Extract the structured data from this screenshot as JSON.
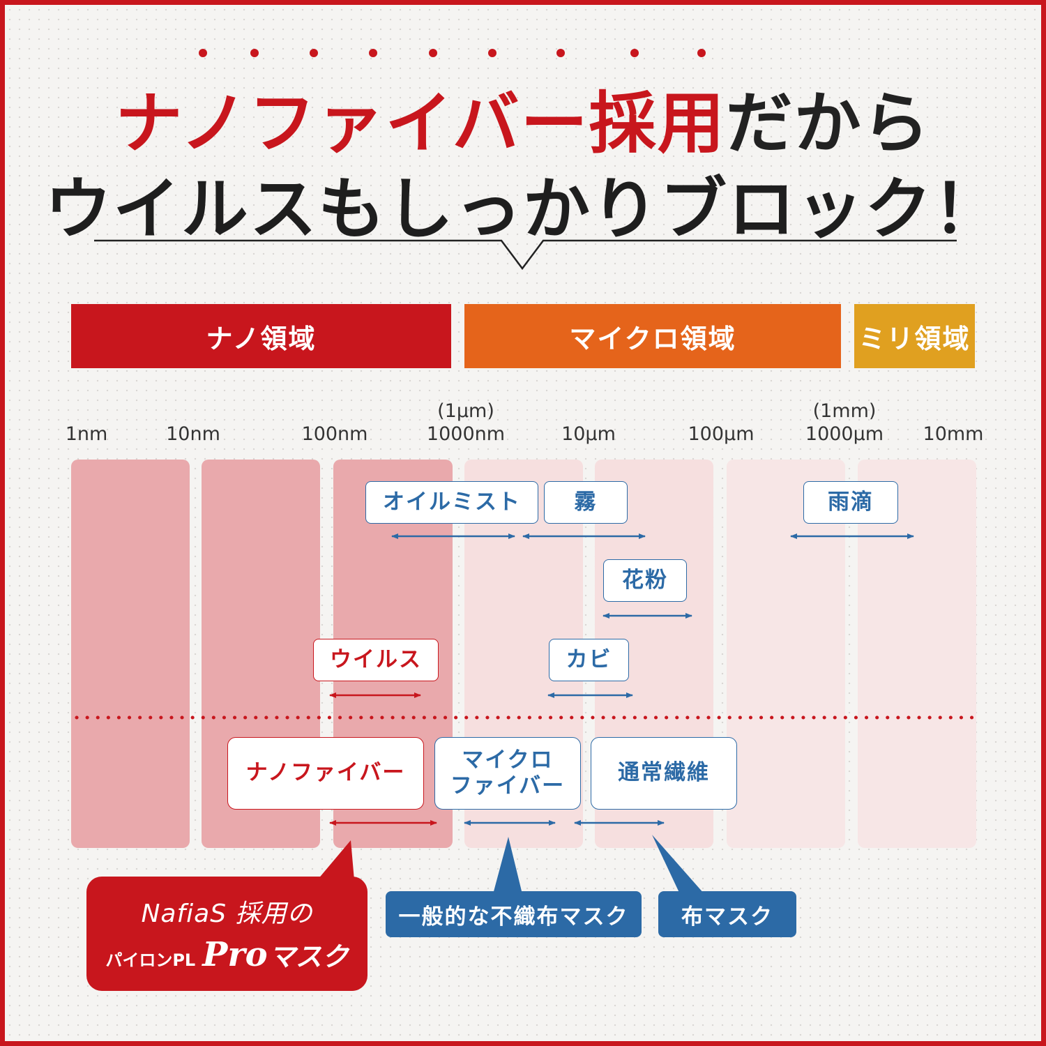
{
  "headline": {
    "line1_red": "ナノファイバー採用",
    "line1_dark": "だから",
    "line2": "ウイルスもしっかりブロック！"
  },
  "regions": [
    {
      "label": "ナノ領域",
      "color": "#c8161d"
    },
    {
      "label": "マイクロ領域",
      "color": "#e5641b"
    },
    {
      "label": "ミリ領域",
      "color": "#e0a020"
    }
  ],
  "scale": {
    "ticks": [
      "1nm",
      "10nm",
      "100nm",
      "1000nm",
      "10μm",
      "100μm",
      "1000μm",
      "10mm"
    ],
    "sub_labels": [
      "(1μm)",
      "(1mm)"
    ]
  },
  "particles": [
    {
      "label": "オイルミスト",
      "color": "blue"
    },
    {
      "label": "霧",
      "color": "blue"
    },
    {
      "label": "雨滴",
      "color": "blue"
    },
    {
      "label": "花粉",
      "color": "blue"
    },
    {
      "label": "ウイルス",
      "color": "red"
    },
    {
      "label": "カビ",
      "color": "blue"
    }
  ],
  "fibers": [
    {
      "label": "ナノファイバー",
      "color": "red"
    },
    {
      "label_line1": "マイクロ",
      "label_line2": "ファイバー",
      "color": "blue"
    },
    {
      "label": "通常繊維",
      "color": "blue"
    }
  ],
  "masks": {
    "nafias": {
      "line1": "NafiaS 採用の",
      "brand": "パイロンPL",
      "pro": "Pro",
      "mask": "マスク"
    },
    "nonwoven": "一般的な不織布マスク",
    "cloth": "布マスク"
  },
  "colors": {
    "red": "#c8161d",
    "orange": "#e5641b",
    "gold": "#e0a020",
    "blue": "#2c6aa6"
  }
}
